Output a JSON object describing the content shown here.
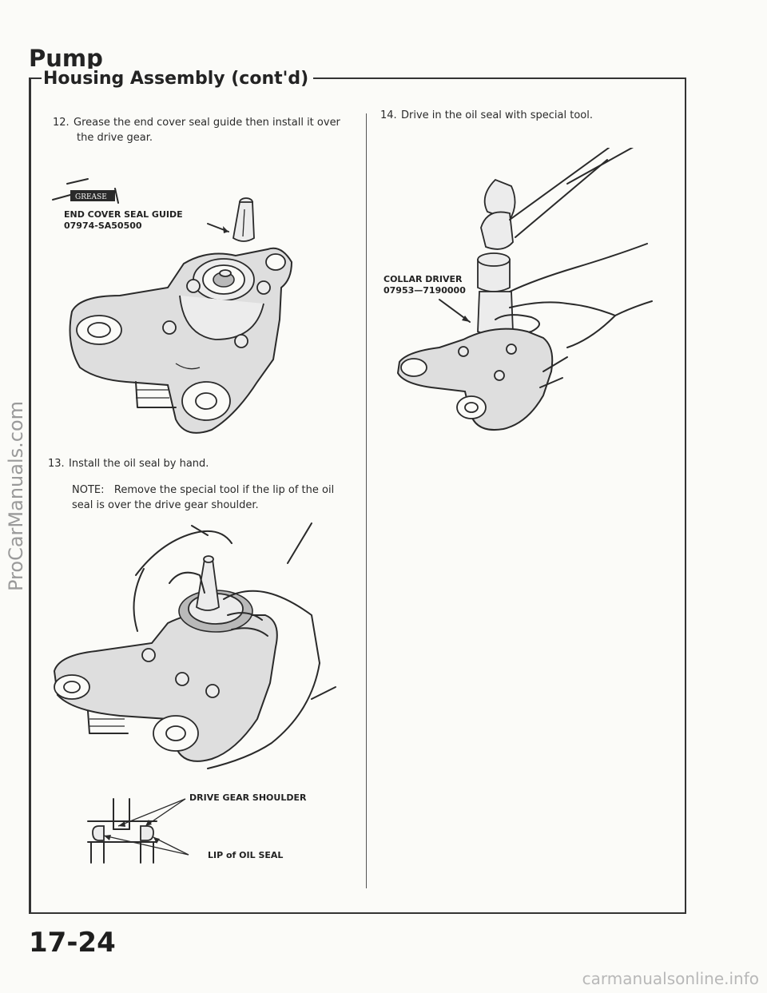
{
  "header": {
    "section_title": "Pump",
    "subsection_title": "Housing Assembly (cont'd)"
  },
  "steps": [
    {
      "number": "12.",
      "line1": "Grease the end cover seal guide then install it over",
      "line2": "the drive gear."
    },
    {
      "number": "13.",
      "line1": "Install the oil seal by hand."
    },
    {
      "number": "14.",
      "line1": "Drive in the oil seal with special tool."
    }
  ],
  "note": {
    "prefix": "NOTE:",
    "line1": "Remove the special tool if the lip of the oil",
    "line2": "seal is over the drive gear shoulder."
  },
  "figure_labels": {
    "grease_badge": "GREASE",
    "seal_guide_name": "END COVER SEAL GUIDE",
    "seal_guide_part": "07974-SA50500",
    "collar_driver_name": "COLLAR DRIVER",
    "collar_driver_part": "07953—7190000",
    "drive_gear_shoulder": "DRIVE GEAR SHOULDER",
    "lip_of_oil_seal": "LIP of OIL SEAL"
  },
  "footer": {
    "page_number": "17-24"
  },
  "watermarks": {
    "side": "ProCarManuals.com",
    "bottom": "carmanualsonline.info"
  }
}
